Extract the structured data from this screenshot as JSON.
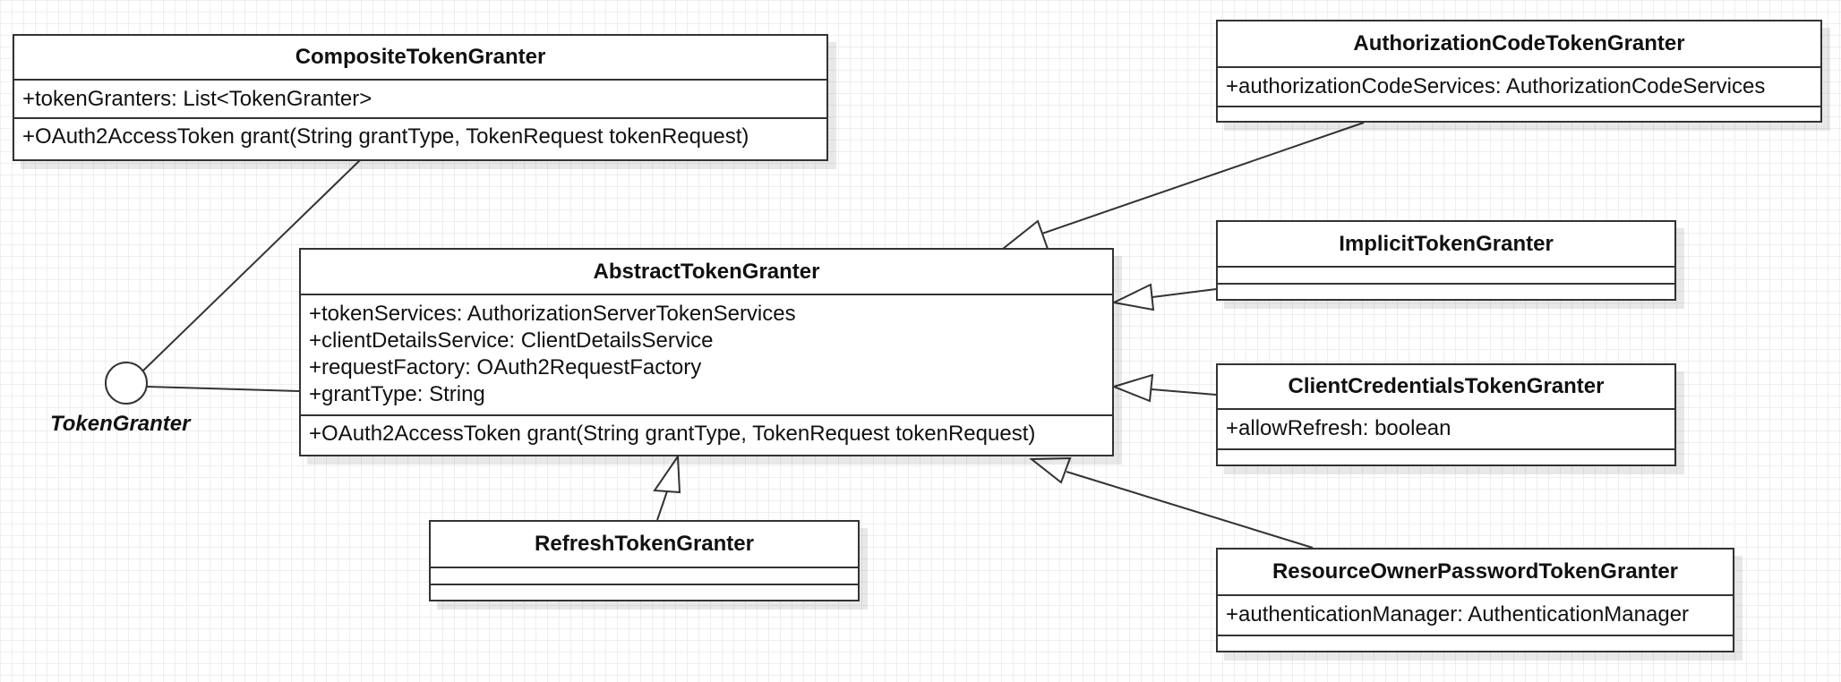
{
  "interface": {
    "name": "TokenGranter"
  },
  "classes": {
    "composite": {
      "name": "CompositeTokenGranter",
      "attributes": [
        "+tokenGranters: List<TokenGranter>"
      ],
      "operations": [
        "+OAuth2AccessToken grant(String grantType, TokenRequest tokenRequest)"
      ]
    },
    "abstract": {
      "name": "AbstractTokenGranter",
      "attributes": [
        "+tokenServices: AuthorizationServerTokenServices",
        "+clientDetailsService: ClientDetailsService",
        "+requestFactory: OAuth2RequestFactory",
        "+grantType: String"
      ],
      "operations": [
        "+OAuth2AccessToken grant(String grantType, TokenRequest tokenRequest)"
      ]
    },
    "authcode": {
      "name": "AuthorizationCodeTokenGranter",
      "attributes": [
        "+authorizationCodeServices: AuthorizationCodeServices"
      ],
      "operations": []
    },
    "implicit": {
      "name": "ImplicitTokenGranter",
      "attributes": [],
      "operations": []
    },
    "clientcred": {
      "name": "ClientCredentialsTokenGranter",
      "attributes": [
        "+allowRefresh: boolean"
      ],
      "operations": []
    },
    "refresh": {
      "name": "RefreshTokenGranter",
      "attributes": [],
      "operations": []
    },
    "password": {
      "name": "ResourceOwnerPasswordTokenGranter",
      "attributes": [
        "+authenticationManager: AuthenticationManager"
      ],
      "operations": []
    }
  }
}
